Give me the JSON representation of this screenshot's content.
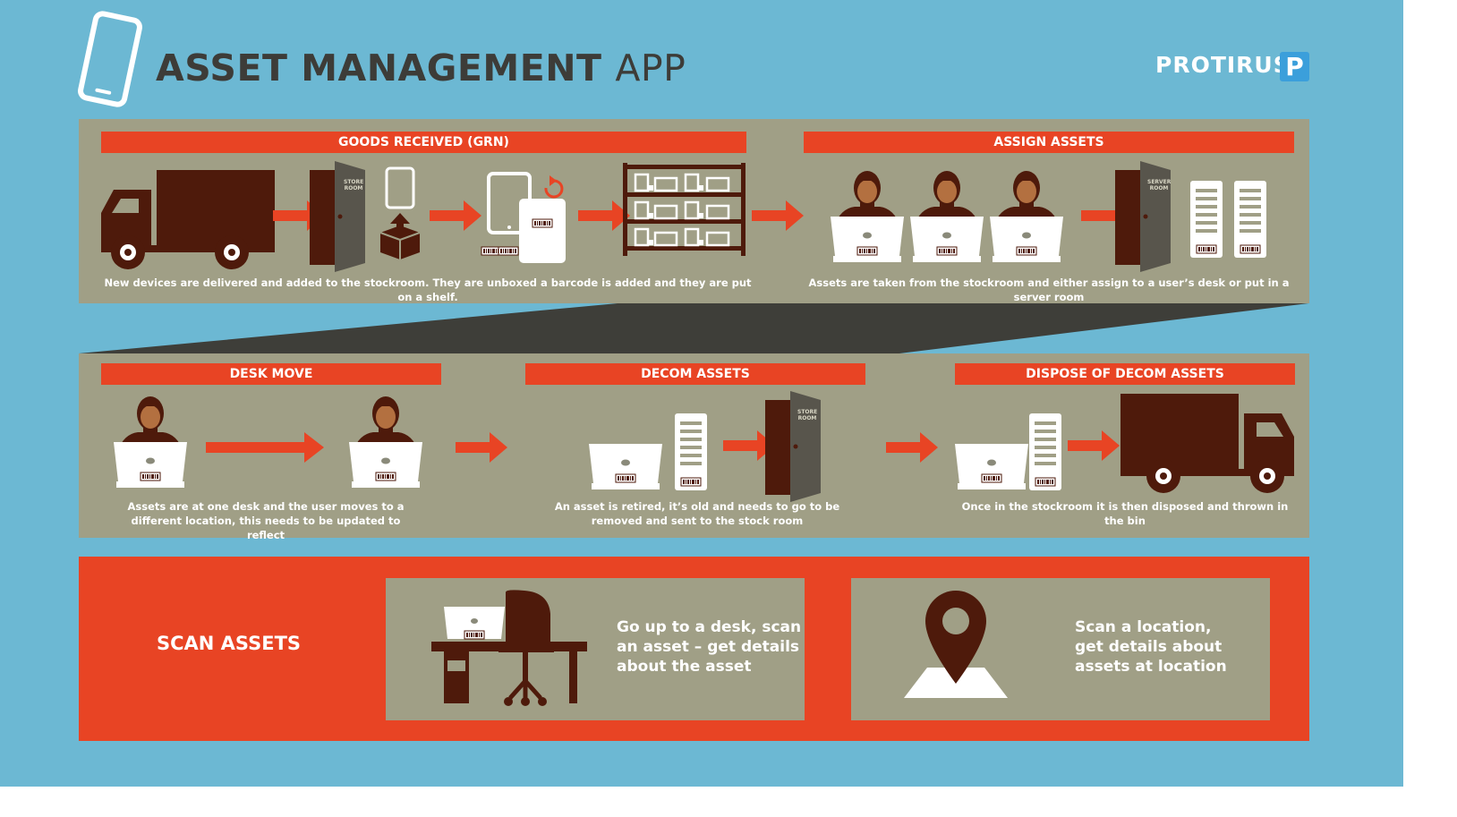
{
  "title": {
    "bold": "ASSET MANAGEMENT",
    "light": "APP"
  },
  "brand": {
    "name": "PROTIRUS",
    "logo_letter": "P"
  },
  "colors": {
    "background": "#6cb8d3",
    "panel": "#a09f86",
    "accent": "#e84424",
    "icon_dark": "#4e1a0b",
    "dark_band": "#3e3e39",
    "white": "#ffffff"
  },
  "goods_received": {
    "label": "GOODS RECEIVED (GRN)",
    "caption": "New devices are delivered and added to the stockroom. They are unboxed a barcode is added and they are put on a shelf.",
    "door_sign": [
      "STORE",
      "ROOM"
    ]
  },
  "assign_assets": {
    "label": "ASSIGN ASSETS",
    "caption": "Assets are taken from the stockroom and either assign to a user’s desk or put in a server room",
    "door_sign": [
      "SERVER",
      "ROOM"
    ]
  },
  "desk_move": {
    "label": "DESK MOVE",
    "caption": "Assets are at one desk and the user moves to a different location, this needs to be updated to reflect"
  },
  "decom_assets": {
    "label": "DECOM ASSETS",
    "caption": "An asset is retired, it’s old and needs to go to be removed and sent to the stock room",
    "door_sign": [
      "STORE",
      "ROOM"
    ]
  },
  "dispose_assets": {
    "label": "DISPOSE OF DECOM ASSETS",
    "caption": "Once in the stockroom it is then disposed and thrown in the bin"
  },
  "scan_assets": {
    "label": "SCAN ASSETS",
    "desk_text": "Go up to a desk, scan an asset – get details about the asset",
    "location_text": "Scan a location, get details about assets at location"
  }
}
